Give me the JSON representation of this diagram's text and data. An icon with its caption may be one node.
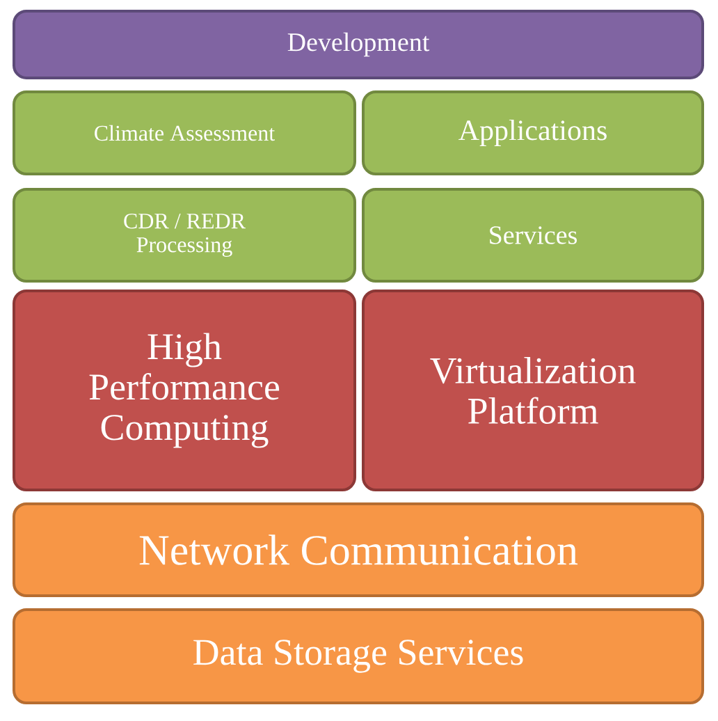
{
  "diagram": {
    "nodes": [
      {
        "text": [
          "Development"
        ]
      },
      {
        "text": [
          "Climate Assessment"
        ]
      },
      {
        "text": [
          "Applications"
        ]
      },
      {
        "text": [
          "CDR / REDR Processing"
        ]
      },
      {
        "text": [
          "Services"
        ]
      },
      {
        "text": [
          "High Performance Computing"
        ]
      },
      {
        "text": [
          "Virtualization Platform"
        ]
      },
      {
        "text": [
          "Network Communication"
        ]
      },
      {
        "text": [
          "Data Storage Services"
        ]
      }
    ]
  }
}
